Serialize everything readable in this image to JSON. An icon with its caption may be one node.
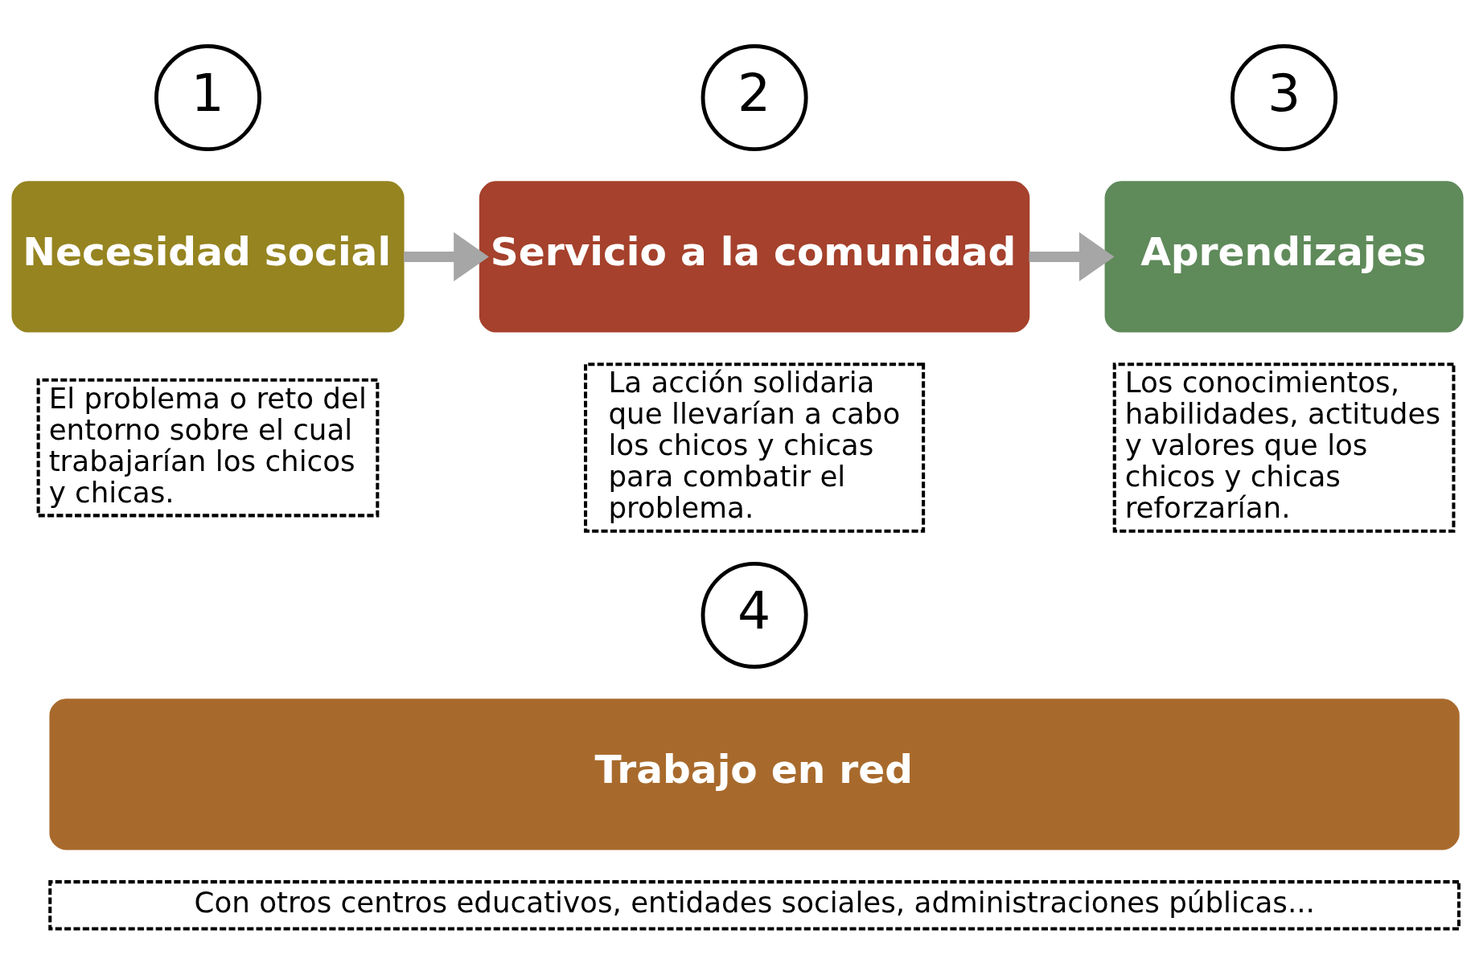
{
  "diagram": {
    "nodes": [
      {
        "text": [
          "1"
        ]
      },
      {
        "text": [
          "Necesidad social"
        ]
      },
      {
        "text": [
          "2"
        ]
      },
      {
        "text": [
          "Servicio a la comunidad"
        ]
      },
      {
        "text": [
          "3"
        ]
      },
      {
        "text": [
          "Aprendizajes"
        ]
      },
      {
        "text": [
          "El problema o reto del entorno sobre el cual trabajarían los chicos y chicas."
        ]
      },
      {
        "text": [
          "La acción solidaria que llevarían a cabo los chicos y chicas para combatir el problema."
        ]
      },
      {
        "text": [
          "Los conocimientos, habilidades, actitudes y valores que los chicos y chicas reforzarían."
        ]
      },
      {
        "text": [
          "4"
        ]
      },
      {
        "text": [
          "Trabajo en red"
        ]
      },
      {
        "text": [
          "Con otros centros educativos, entidades sociales, administraciones públicas..."
        ]
      }
    ],
    "edges": [
      {
        "from": 1,
        "to": 3,
        "arrow": "to"
      },
      {
        "from": 3,
        "to": 5,
        "arrow": "to"
      }
    ]
  }
}
